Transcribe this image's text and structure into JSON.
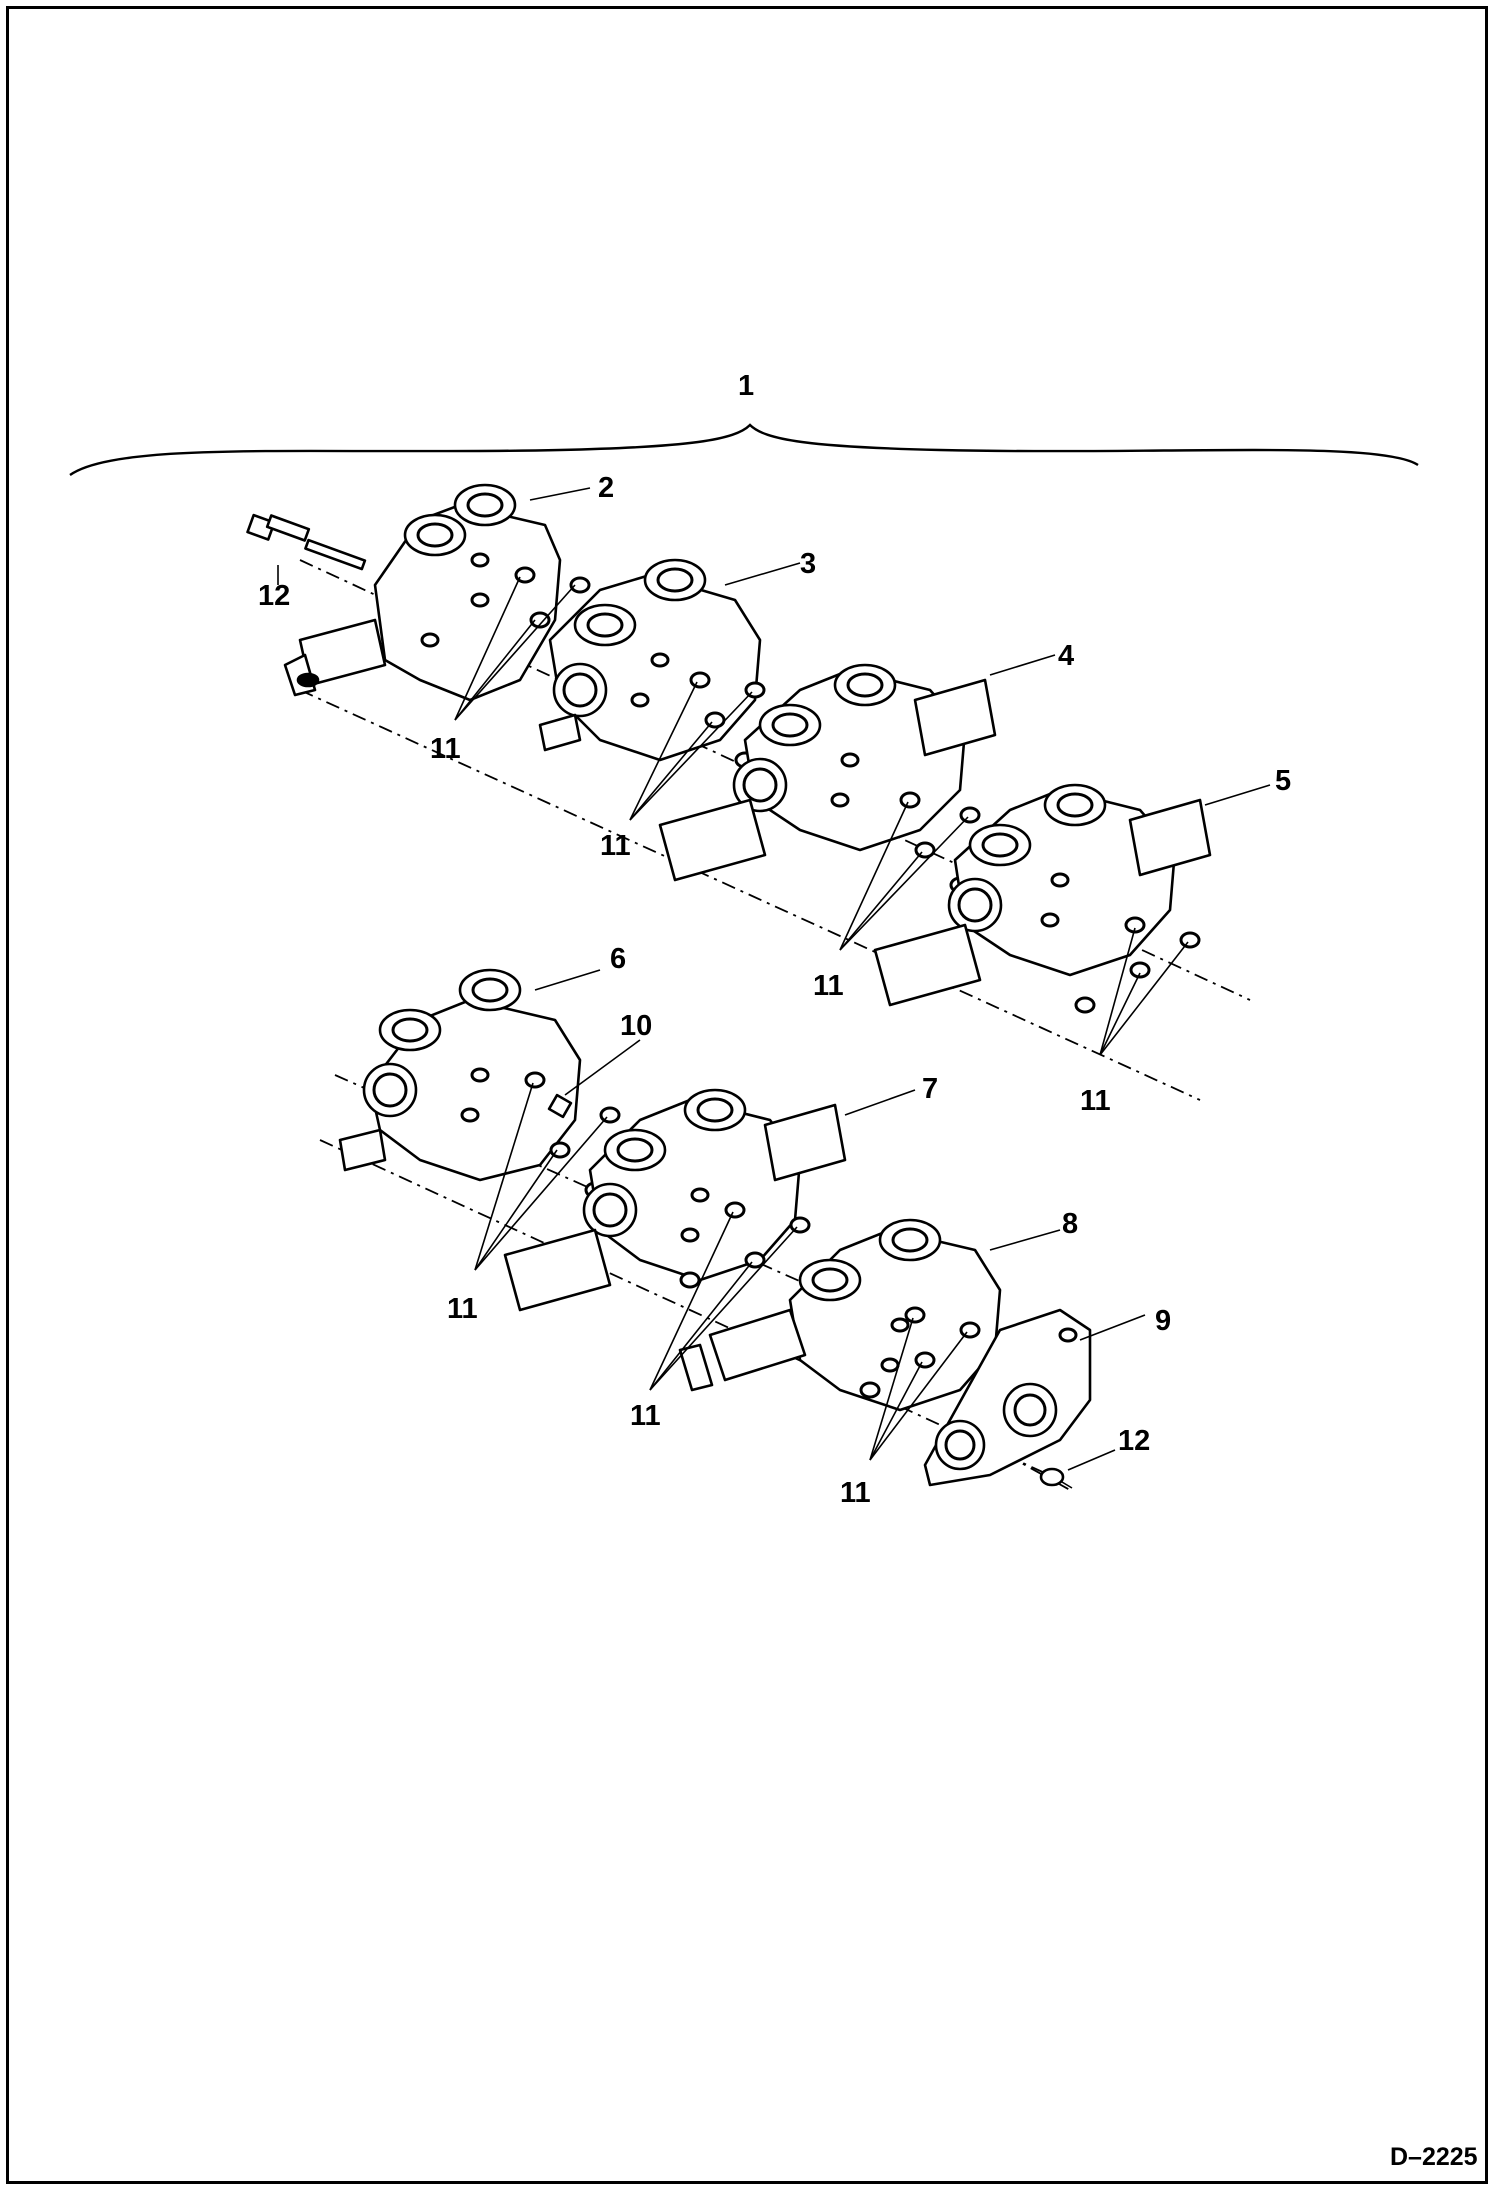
{
  "diagram": {
    "figure_id": "D–2225",
    "callouts": [
      {
        "id": "c1",
        "text": "1"
      },
      {
        "id": "c2",
        "text": "2"
      },
      {
        "id": "c3",
        "text": "3"
      },
      {
        "id": "c4",
        "text": "4"
      },
      {
        "id": "c5",
        "text": "5"
      },
      {
        "id": "c6",
        "text": "6"
      },
      {
        "id": "c7",
        "text": "7"
      },
      {
        "id": "c8",
        "text": "8"
      },
      {
        "id": "c9",
        "text": "9"
      },
      {
        "id": "c10",
        "text": "10"
      },
      {
        "id": "c11a",
        "text": "11"
      },
      {
        "id": "c11b",
        "text": "11"
      },
      {
        "id": "c11c",
        "text": "11"
      },
      {
        "id": "c11d",
        "text": "11"
      },
      {
        "id": "c11e",
        "text": "11"
      },
      {
        "id": "c11f",
        "text": "11"
      },
      {
        "id": "c11g",
        "text": "11"
      },
      {
        "id": "c12a",
        "text": "12"
      },
      {
        "id": "c12b",
        "text": "12"
      }
    ]
  }
}
